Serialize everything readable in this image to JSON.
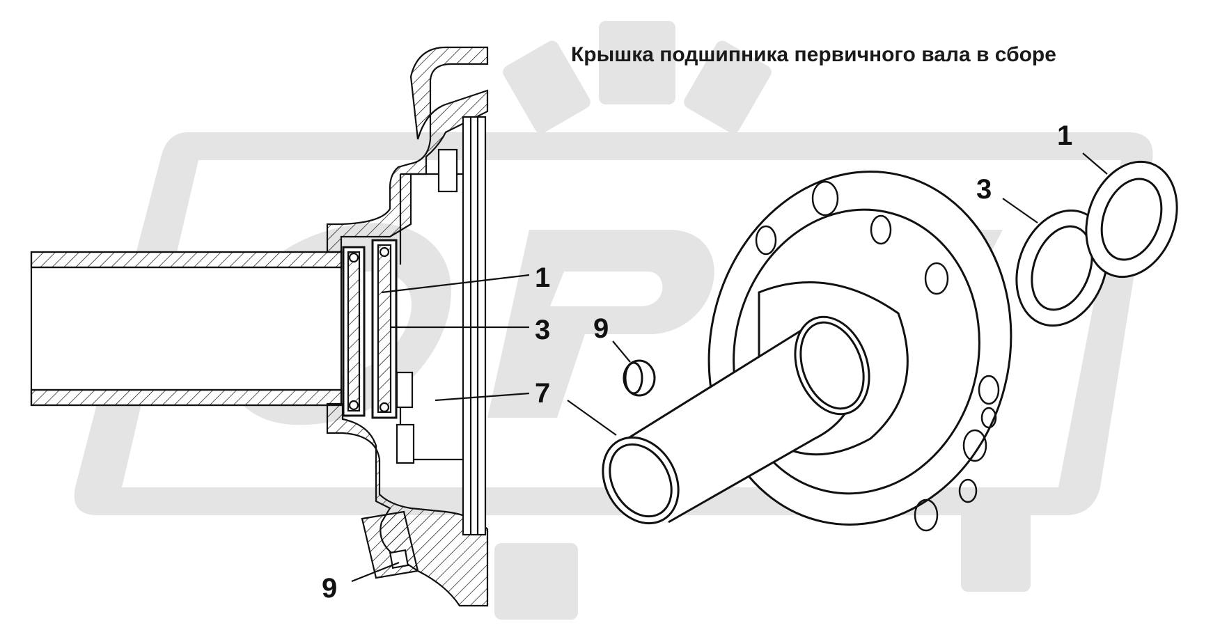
{
  "title": "Крышка подшипника первичного вала в сборе",
  "colors": {
    "watermark": "#e3e3e3",
    "line": "#111111",
    "background": "#ffffff"
  },
  "callouts": {
    "section": [
      {
        "number": "1"
      },
      {
        "number": "3"
      },
      {
        "number": "7"
      },
      {
        "number": "9"
      }
    ],
    "exploded": [
      {
        "number": "1"
      },
      {
        "number": "3"
      },
      {
        "number": "9"
      }
    ]
  }
}
